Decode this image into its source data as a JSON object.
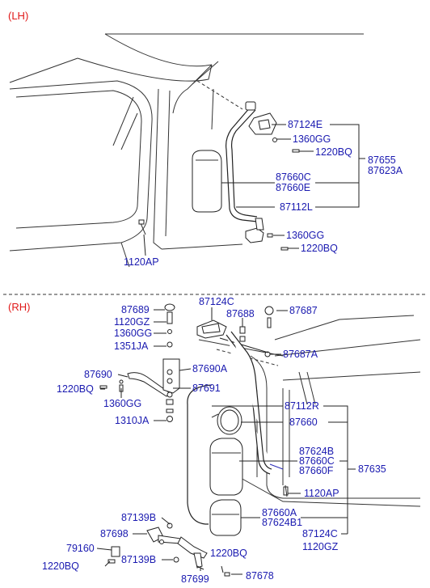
{
  "sections": {
    "lh": {
      "title": "(LH)",
      "labels": {
        "p87124E": "87124E",
        "p1360GG": "1360GG",
        "p1220BQ": "1220BQ",
        "p87655": "87655",
        "p87623A": "87623A",
        "p87660C": "87660C",
        "p87660E": "87660E",
        "p87112L": "87112L",
        "p1360GG_b": "1360GG",
        "p1220BQ_b": "1220BQ",
        "p1120AP": "1120AP"
      }
    },
    "rh": {
      "title": "(RH)",
      "labels": {
        "p87689": "87689",
        "p1120GZ": "1120GZ",
        "p1360GG": "1360GG",
        "p1351JA": "1351JA",
        "p87690": "87690",
        "p1220BQ": "1220BQ",
        "p1360GG_b": "1360GG",
        "p1310JA": "1310JA",
        "p87124C": "87124C",
        "p87688": "87688",
        "p87687": "87687",
        "p87687A": "87687A",
        "p87690A": "87690A",
        "p87691": "87691",
        "p87112R": "87112R",
        "p87660": "87660",
        "p87624B": "87624B",
        "p87660C": "87660C",
        "p87660F": "87660F",
        "p87635": "87635",
        "p1120AP": "1120AP",
        "p87660A": "87660A",
        "p87624B1": "87624B1",
        "p87124C_b": "87124C",
        "p1120GZ_b": "1120GZ",
        "p87139B": "87139B",
        "p87698": "87698",
        "p79160": "79160",
        "p1220BQ_b": "1220BQ",
        "p87139B_b": "87139B",
        "p1220BQ_c": "1220BQ",
        "p87699": "87699",
        "p87678": "87678"
      }
    }
  }
}
